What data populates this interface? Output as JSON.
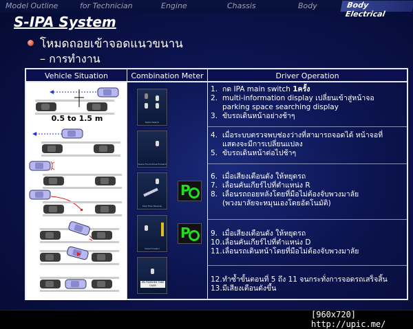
{
  "nav": {
    "items": [
      "Model Outline",
      "for Technician",
      "Engine",
      "Chassis",
      "Body",
      "Body Electrical"
    ],
    "active": "Body Electrical"
  },
  "title": "S-IPA System",
  "heading": "โหมดถอยเข้าจอดแนวขนาน",
  "subheading": "– การทำงาน",
  "table": {
    "headers": [
      "Vehicle Situation",
      "Combination Meter",
      "Driver Operation"
    ],
    "distance_label": "0.5 to 1.5 m",
    "meter_captions": [
      "Space Search",
      "Space Found Drive Forward",
      "Stop  Then Reverse",
      "Drive Forward",
      "IPA FINISHED TAKE OVER"
    ],
    "steps": [
      {
        "num": "1.",
        "text": "กด IPA main switch ",
        "bold": "1ครั้ง"
      },
      {
        "num": "2.",
        "text": "multi-information display เปลี่ยนเข้าสู่หน้าจอ",
        "cont": "parking space searching display"
      },
      {
        "num": "3.",
        "text": "ขับรถเดินหน้าอย่างช้าๆ"
      },
      {
        "num": "4.",
        "text": "เมื่อระบบตรวจพบช่องว่างที่สามารถจอดได้ หน้าจอที่",
        "cont": "แสดงจะมีการเปลี่ยนแปลง"
      },
      {
        "num": "5.",
        "text": "ขับรถเดินหน้าต่อไปช้าๆ"
      },
      {
        "num": "6.",
        "text": "เมื่อเสียงเตือนดัง ให้หยุดรถ"
      },
      {
        "num": "7.",
        "text": "เลื่อนคันเกียร์ไปที่ตำแหน่ง R"
      },
      {
        "num": "8.",
        "text": "เลื่อนรถถอยหลังโดยที่มือไม่ต้องจับพวงมาลัย",
        "cont": "(พวงมาลัยจะหมุนเองโดยอัตโนมัติ)"
      },
      {
        "num": "9.",
        "text": "เมื่อเสียงเตือนดัง ให้หยุดรถ"
      },
      {
        "num": "10.",
        "text": "เลื่อนคันเกียร์ไปที่ตำแหน่ง D"
      },
      {
        "num": "11.",
        "text": "เลื่อนรถเดินหน้าโดยที่มือไม่ต้องจับพวงมาลัย"
      },
      {
        "num": "12.",
        "text": "ทำซ้ำขั้นตอนที่ 5 ถึง 11 จนกระทั่งการจอดรถเสร็จสิ้น"
      },
      {
        "num": "13.",
        "text": "มีเสียงเตือนดังขึ้น"
      }
    ],
    "indicator_label": "P"
  },
  "watermark": "[960x720] http://upic.me/",
  "colors": {
    "background": "#0c1450",
    "header": "#0a0f50",
    "indicator": "#22dd22",
    "subject_car": "#b8b8f0",
    "parked_car": "#444444",
    "path": "#e02020"
  }
}
